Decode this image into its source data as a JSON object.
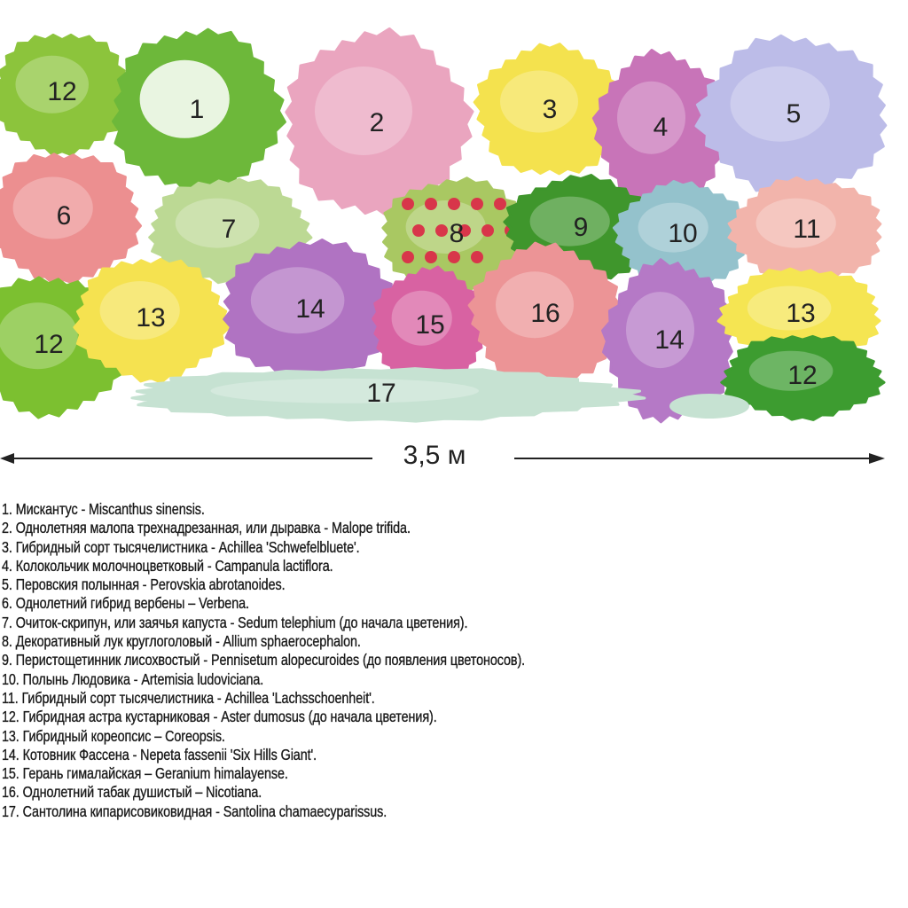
{
  "plan": {
    "dimension_label": "3,5 м",
    "plants": [
      {
        "label": "12",
        "color": "#8cc43c"
      },
      {
        "label": "1",
        "color": "#6db83a"
      },
      {
        "label": "2",
        "color": "#eaa5bf"
      },
      {
        "label": "3",
        "color": "#f4e24e"
      },
      {
        "label": "4",
        "color": "#c874b8"
      },
      {
        "label": "5",
        "color": "#bcbce8"
      },
      {
        "label": "6",
        "color": "#ec8f90"
      },
      {
        "label": "7",
        "color": "#bcd994"
      },
      {
        "label": "8",
        "color": "#a9c862"
      },
      {
        "label": "9",
        "color": "#3f962c"
      },
      {
        "label": "10",
        "color": "#94c2cc"
      },
      {
        "label": "11",
        "color": "#f2b4ab"
      },
      {
        "label": "12",
        "color": "#7cc030"
      },
      {
        "label": "13",
        "color": "#f5e250"
      },
      {
        "label": "14",
        "color": "#b073c2"
      },
      {
        "label": "15",
        "color": "#d862a2"
      },
      {
        "label": "16",
        "color": "#ec9496"
      },
      {
        "label": "14",
        "color": "#b579c6"
      },
      {
        "label": "13",
        "color": "#f5e552"
      },
      {
        "label": "12",
        "color": "#3d9c30"
      },
      {
        "label": "17",
        "color": "#c6e2d2"
      }
    ]
  },
  "legend": [
    "1. Мискантус - Miscanthus sinensis.",
    "2. Однолетняя малопа трехнадрезанная, или дыравка - Malope trifida.",
    "3. Гибридный сорт тысячелистника - Achillea 'Schwefelbluete'.",
    "4. Колокольчик молочноцветковый - Campanula lactiflora.",
    "5. Перовския полынная - Perovskia abrotanoides.",
    "6. Однолетний гибрид вербены – Verbena.",
    "7. Очиток-скрипун, или заячья капуста - Sedum telephium (до начала цветения).",
    "8. Декоративный лук круглоголовый - Allium sphaerocephalon.",
    "9. Перистощетинник лисохвостый - Pennisetum alopecuroides (до появления цветоносов).",
    "10. Полынь Людовика - Artemisia ludoviciana.",
    "11. Гибридный сорт тысячелистника - Achillea 'Lachsschoenheit'.",
    "12. Гибридная астра кустарниковая - Aster dumosus (до начала цветения).",
    "13. Гибридный кореопсис – Coreopsis.",
    "14. Котовник Фассена - Nepeta fassenii 'Six Hills Giant'.",
    "15. Герань гималайская – Geranium himalayense.",
    "16. Однолетний табак душистый – Nicotiana.",
    "17. Сантолина кипарисовиковидная - Santolina chamaecyparissus."
  ]
}
